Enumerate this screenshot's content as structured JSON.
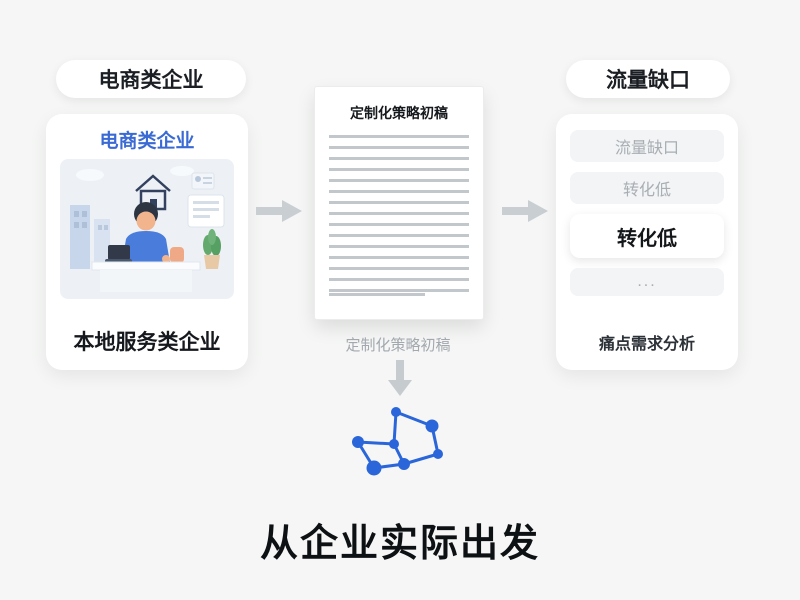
{
  "flow": {
    "left": {
      "badge": "电商类企业",
      "card_title": "电商类企业",
      "card_caption": "本地服务类企业"
    },
    "center": {
      "doc_title": "定制化策略初稿",
      "doc_caption": "定制化策略初稿",
      "main_title": "从企业实际出发"
    },
    "right": {
      "badge": "流量缺口",
      "items": [
        {
          "label": "流量缺口",
          "emphasis": false
        },
        {
          "label": "转化低",
          "emphasis": false
        },
        {
          "label": "转化低",
          "emphasis": true
        },
        {
          "label": "...",
          "emphasis": false
        }
      ],
      "caption": "痛点需求分析"
    }
  },
  "icons": {
    "arrow_right": "arrow-right-icon",
    "arrow_down": "arrow-down-icon",
    "network": "network-graph-icon"
  },
  "colors": {
    "background": "#f5f6f5",
    "accent_blue": "#3a6ad4",
    "network_blue": "#2a66d9",
    "arrow_gray": "#c9ced3"
  }
}
